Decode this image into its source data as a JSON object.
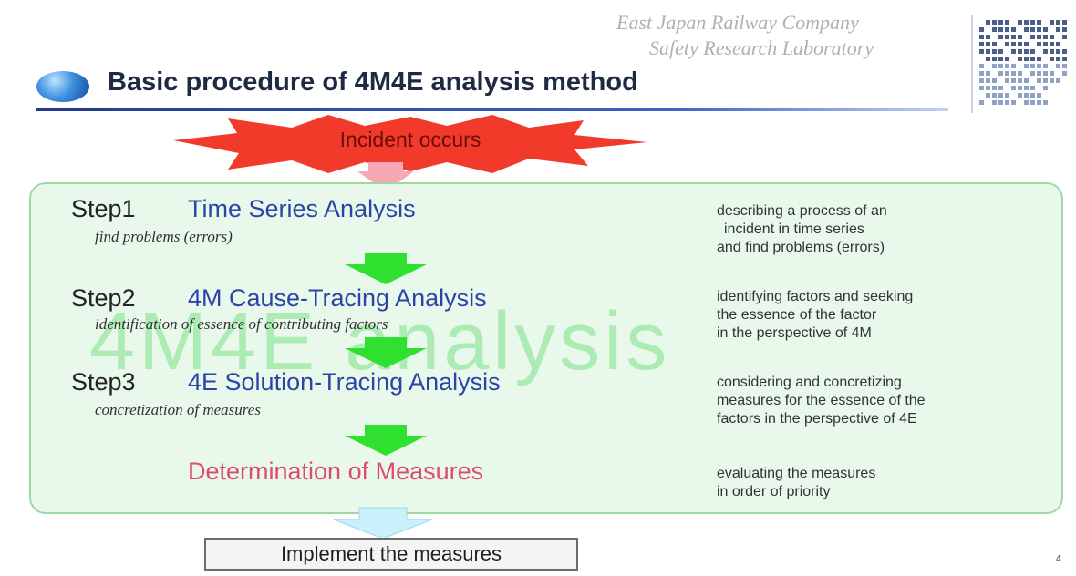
{
  "header": {
    "org_line1": "East Japan Railway Company",
    "org_line2": "Safety Research Laboratory",
    "title": "Basic procedure of 4M4E analysis method"
  },
  "incident": "Incident occurs",
  "watermark": "4M4E analysis",
  "steps": [
    {
      "num": "Step1",
      "title": "Time Series Analysis",
      "subtitle": "find problems (errors)",
      "desc": [
        "describing a process of an",
        "incident in time series",
        "and find problems (errors)"
      ]
    },
    {
      "num": "Step2",
      "title": "4M Cause-Tracing Analysis",
      "subtitle": "identification of essence of contributing factors",
      "desc": [
        "identifying factors and seeking",
        "the essence of the factor",
        "in the perspective of 4M"
      ]
    },
    {
      "num": "Step3",
      "title": "4E Solution-Tracing Analysis",
      "subtitle": "concretization of measures",
      "desc": [
        "considering and concretizing",
        "measures for the essence of the",
        "factors in the perspective of 4E"
      ]
    }
  ],
  "final": {
    "title": "Determination of Measures",
    "desc": [
      "evaluating the measures",
      "in order of priority"
    ]
  },
  "implement": "Implement the measures",
  "page_number": "4",
  "colors": {
    "title_text": "#1e2a44",
    "step_title": "#2c44a8",
    "final_title": "#de4a72",
    "panel_bg": "#e8f8eb",
    "panel_border": "#9fd7a6",
    "green_arrow": "#2fe02f",
    "incident_burst": "#f23a2a",
    "pink_arrow": "#f7a8b4",
    "blue_arrow": "#c9f0fb"
  },
  "icons": [
    "globe-icon",
    "lab-logo-icon",
    "starburst-icon",
    "down-arrow-icon"
  ]
}
